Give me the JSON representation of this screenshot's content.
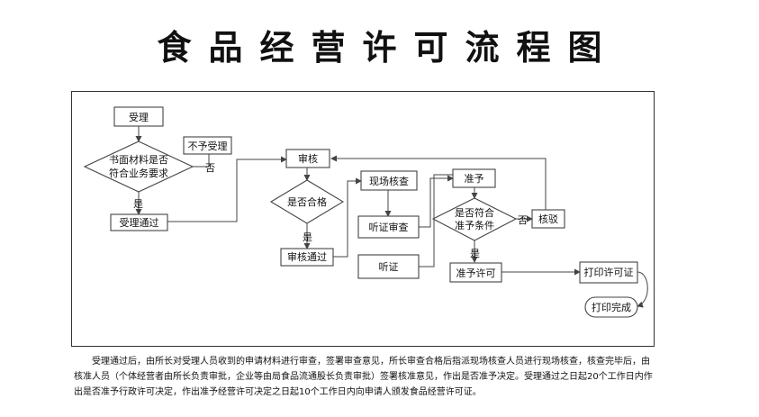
{
  "title": "食品经营许可流程图",
  "nodes": {
    "accept": "受理",
    "materials_q1": "书面材料是否",
    "materials_q2": "符合业务要求",
    "reject": "不予受理",
    "no_1": "否",
    "yes_1": "是",
    "accepted": "受理通过",
    "review": "审核",
    "qualified_q": "是否合格",
    "yes_2": "是",
    "review_passed": "审核通过",
    "site_check": "现场核查",
    "hearing_review": "听证审查",
    "hearing": "听证",
    "approve": "准予",
    "approve_q1": "是否符合",
    "approve_q2": "准予条件",
    "no_2": "否",
    "yes_3": "是",
    "reject2": "核驳",
    "permit": "准予许可",
    "print_permit": "打印许可证",
    "print_done": "打印完成"
  },
  "description": "受理通过后，由所长对受理人员收到的申请材料进行审查，签署审查意见，所长审查合格后指派现场核查人员进行现场核查，核查完毕后，由核准人员（个体经营者由所长负责审批，企业等由局食品流通股长负责审批）签署核准意见，作出是否准予决定。受理通过之日起20个工作日内作出是否准予行政许可决定，作出准予经营许可决定之日起10个工作日内向申请人颁发食品经营许可证。"
}
